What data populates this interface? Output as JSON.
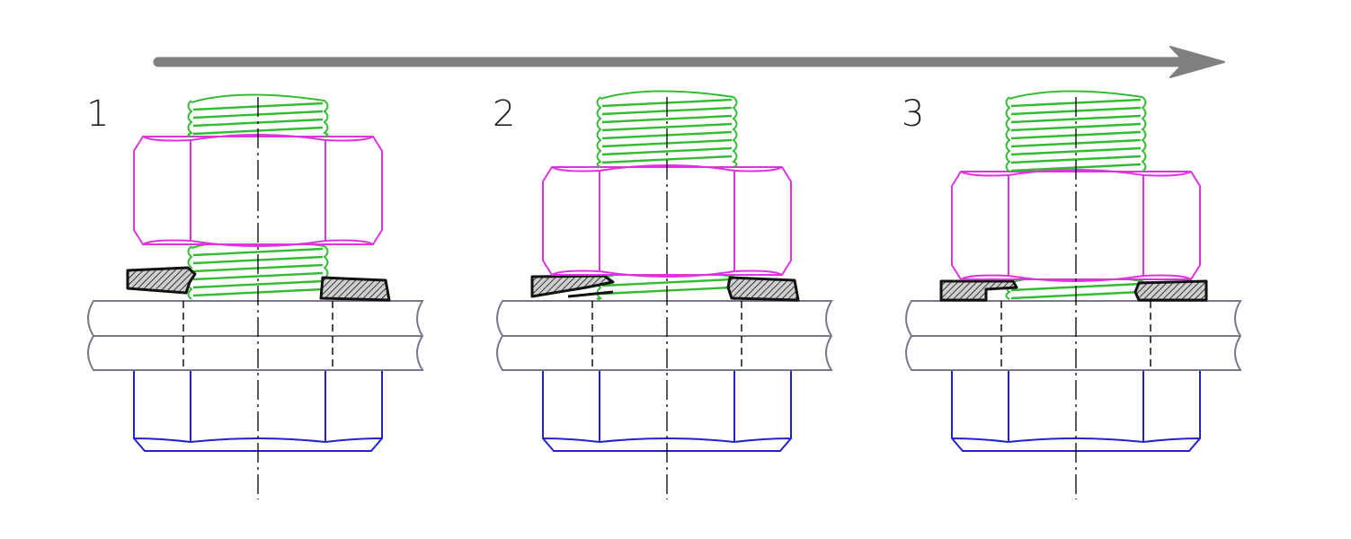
{
  "diagram": {
    "description_free": true,
    "colors": {
      "background": "#ffffff",
      "arrow": "#808080",
      "thread": "#33bb33",
      "nut": "#dd33dd",
      "bolt_head": "#2222cc",
      "plate": "#7a7590",
      "washer": "#111111",
      "washer_fill": "#aaaaaa",
      "centerline": "#000000"
    },
    "stages": [
      {
        "label": "1",
        "washer_state": "open"
      },
      {
        "label": "2",
        "washer_state": "partially-compressed"
      },
      {
        "label": "3",
        "washer_state": "flat"
      }
    ]
  }
}
